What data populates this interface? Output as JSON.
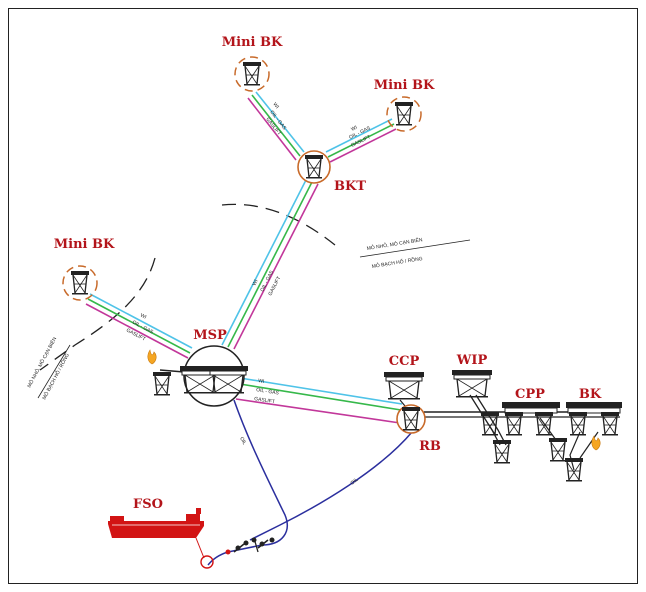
{
  "labels": {
    "mini_bk_top": "Mini  BK",
    "mini_bk_right": "Mini  BK",
    "mini_bk_left": "Mini  BK",
    "bkt": "BKT",
    "msp": "MSP",
    "ccp": "CCP",
    "wip": "WIP",
    "cpp": "CPP",
    "bk": "BK",
    "rb": "RB",
    "fso": "FSO"
  },
  "field_boundary": {
    "upper_text_1": "MỎ NHỎ, MỎ CẠN BIÊN",
    "upper_text_2": "MỎ BẠCH HỔ / RỒNG",
    "left_text_1": "MỎ NHỎ, MỎ CẠN BIÊN",
    "left_text_2": "MỎ BẠCH HỔ / RỒNG"
  },
  "pipe_labels": {
    "wi": "WI",
    "oil_gas": "OIL - GAS",
    "gaslift": "GASLIFT",
    "oil": "OIL"
  },
  "colors": {
    "label_red": "#b3141a",
    "wi_cyan": "#4fc3e8",
    "oilgas_green": "#36b84a",
    "gaslift_magenta": "#c2379a",
    "oil_blue": "#2b2f9e",
    "circle_orange": "#c86a2a",
    "fso_red": "#d21414",
    "flare_orange": "#f5a623"
  }
}
